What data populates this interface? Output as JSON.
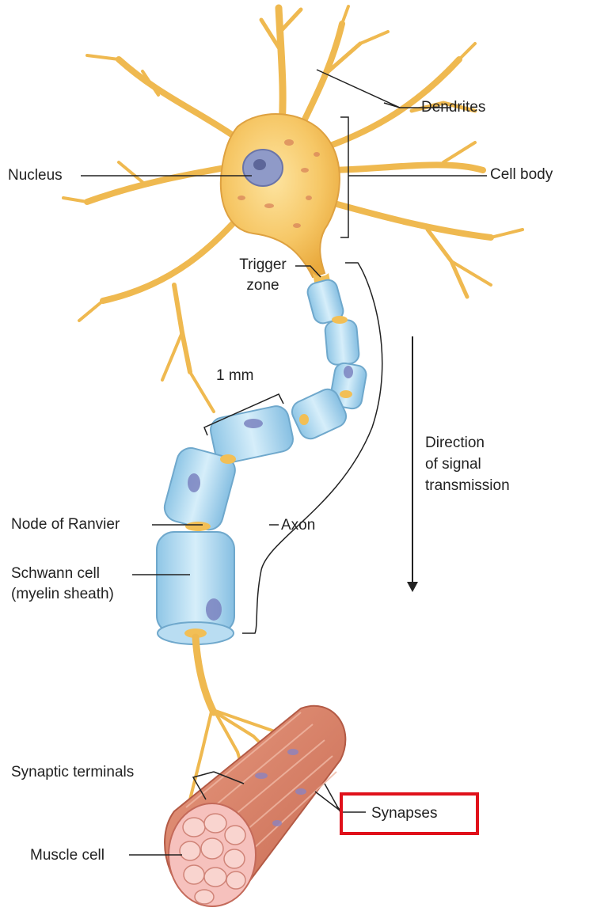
{
  "labels": {
    "dendrites": "Dendrites",
    "cell_body": "Cell body",
    "nucleus": "Nucleus",
    "trigger_zone_line1": "Trigger",
    "trigger_zone_line2": "zone",
    "scale": "1 mm",
    "direction_line1": "Direction",
    "direction_line2": "of signal",
    "direction_line3": "transmission",
    "node_of_ranvier": "Node of Ranvier",
    "axon": "Axon",
    "schwann_line1": "Schwann cell",
    "schwann_line2": "(myelin sheath)",
    "synaptic_terminals": "Synaptic terminals",
    "synapses": "Synapses",
    "muscle_cell": "Muscle cell"
  },
  "highlighted_label": "synapses",
  "colors": {
    "neuron": "#f5c45e",
    "neuron_outline": "#d89a2c",
    "nucleus": "#8c97c6",
    "myelin": "#a9d6ee",
    "myelin_outline": "#6fa8cc",
    "muscle": "#e08468",
    "muscle_end": "#f2b7b0",
    "highlight": "#e0101a"
  }
}
